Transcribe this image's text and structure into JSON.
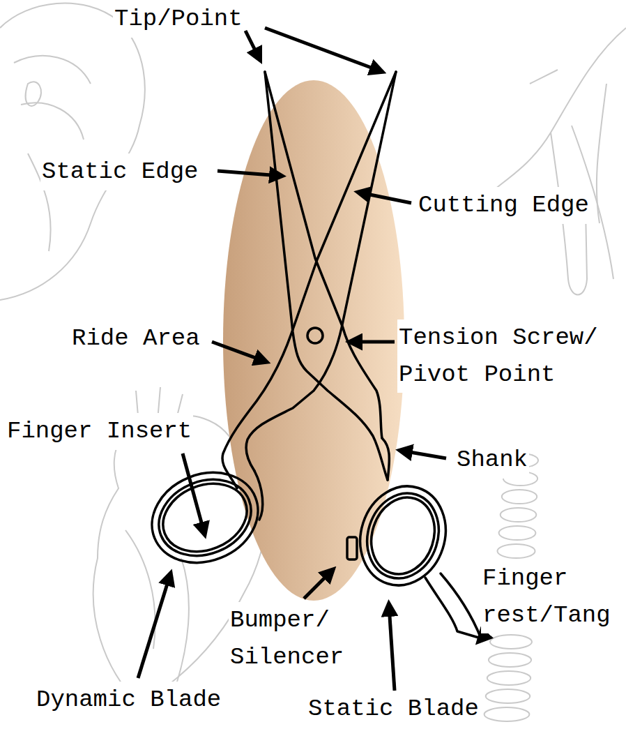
{
  "diagram": {
    "labels": [
      "Tip/Point",
      "Static Edge",
      "Cutting Edge",
      "Ride Area",
      "Tension Screw/ Pivot Point",
      "Finger Insert",
      "Shank",
      "Bumper/ Silencer",
      "Finger rest/Tang",
      "Dynamic Blade",
      "Static Blade"
    ]
  }
}
